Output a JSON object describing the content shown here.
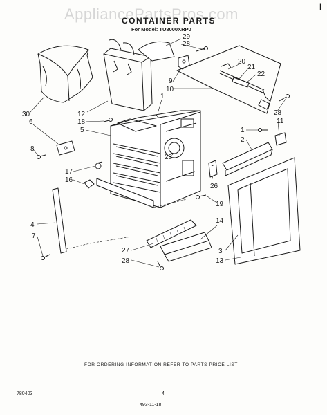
{
  "watermark": "AppliancePartsPros.com",
  "header": {
    "title": "CONTAINER PARTS",
    "subtitle": "For Model: TU8000XRP0"
  },
  "callouts": [
    "29",
    "28",
    "20",
    "21",
    "22",
    "9",
    "10",
    "30",
    "12",
    "1",
    "18",
    "5",
    "6",
    "8",
    "28",
    "11",
    "1",
    "2",
    "17",
    "16",
    "28",
    "26",
    "19",
    "4",
    "7",
    "14",
    "27",
    "28",
    "3",
    "13"
  ],
  "footer": {
    "ordering_note": "FOR ORDERING INFORMATION REFER TO PARTS PRICE LIST",
    "code": "780403",
    "page": "4",
    "revision": "493-11-18"
  },
  "corner_mark": "I"
}
